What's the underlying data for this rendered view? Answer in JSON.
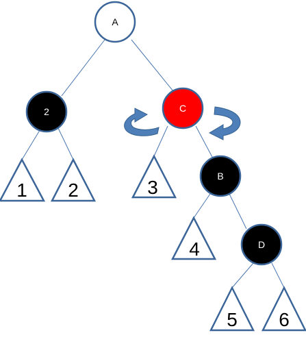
{
  "colors": {
    "edge": "#4a76b0",
    "node_outline": "#3b6598",
    "white_fill": "#ffffff",
    "black_fill": "#000000",
    "red_fill": "#ff0000",
    "arrow_fill": "#4f7fb9",
    "arrow_stroke": "#35618f"
  },
  "nodes": {
    "a": {
      "label": "A",
      "color": "white"
    },
    "two": {
      "label": "2",
      "color": "black"
    },
    "c": {
      "label": "C",
      "color": "red"
    },
    "b": {
      "label": "B",
      "color": "black"
    },
    "d": {
      "label": "D",
      "color": "black"
    }
  },
  "subtrees": {
    "t1": {
      "label": "1"
    },
    "t2": {
      "label": "2"
    },
    "t3": {
      "label": "3"
    },
    "t4": {
      "label": "4"
    },
    "t5": {
      "label": "5"
    },
    "t6": {
      "label": "6"
    }
  },
  "rotation_arrows": [
    "curved-arrow-left",
    "curved-arrow-right"
  ]
}
